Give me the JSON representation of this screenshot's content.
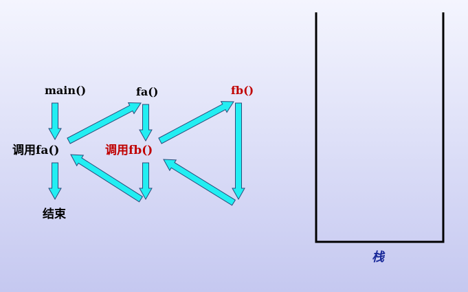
{
  "colors": {
    "arrow_fill": "#22eef2",
    "arrow_stroke": "#2a4a7a",
    "highlight_text": "#c00000",
    "normal_text": "#000000",
    "stack_label": "#1a2a9a"
  },
  "labels": {
    "main": "main()",
    "fa": "fa()",
    "fb": "fb()",
    "call_fa": "调用fa()",
    "call_fb": "调用fb()",
    "end": "结束",
    "stack": "栈"
  }
}
